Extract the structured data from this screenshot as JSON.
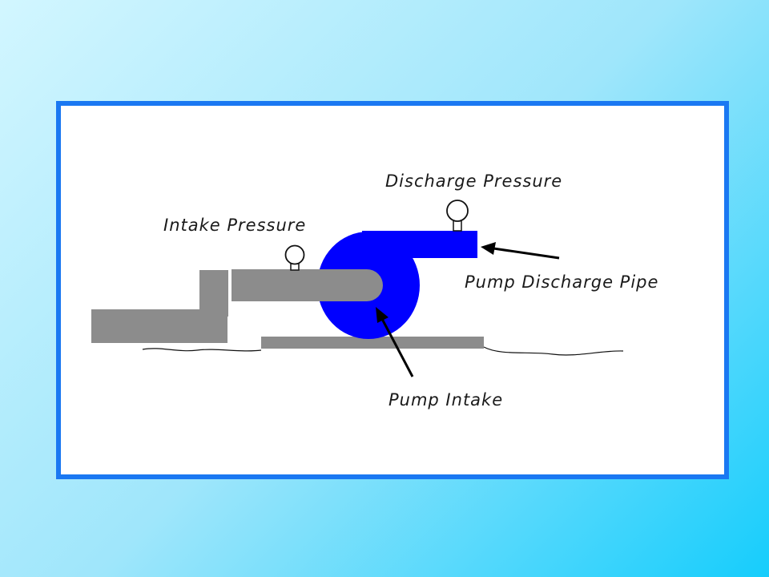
{
  "labels": {
    "discharge_pressure": "Discharge Pressure",
    "intake_pressure": "Intake Pressure",
    "pump_discharge_pipe": "Pump Discharge Pipe",
    "pump_intake": "Pump Intake"
  },
  "colors": {
    "frame_border": "#1a78f2",
    "pump_body": "#0000ff",
    "pipe_gray": "#8c8c8c",
    "gauge": "#ffffff",
    "text": "#1a1a1a"
  }
}
